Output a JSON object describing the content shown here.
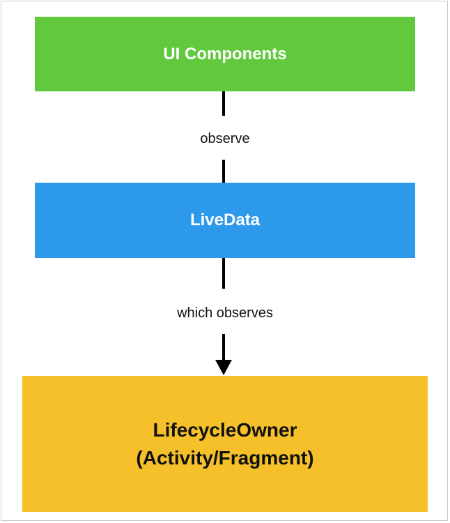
{
  "diagram": {
    "nodes": {
      "ui_components": {
        "label": "UI Components",
        "color": "#62c93f"
      },
      "livedata": {
        "label": "LiveData",
        "color": "#2d99ea"
      },
      "lifecycle_owner": {
        "label_line1": "LifecycleOwner",
        "label_line2": "(Activity/Fragment)",
        "color": "#f6c02a"
      }
    },
    "edges": [
      {
        "from": "ui_components",
        "to": "livedata",
        "label": "observe",
        "arrow": false
      },
      {
        "from": "livedata",
        "to": "lifecycle_owner",
        "label": "which observes",
        "arrow": true
      }
    ],
    "border_color": "#c8c8c8"
  }
}
